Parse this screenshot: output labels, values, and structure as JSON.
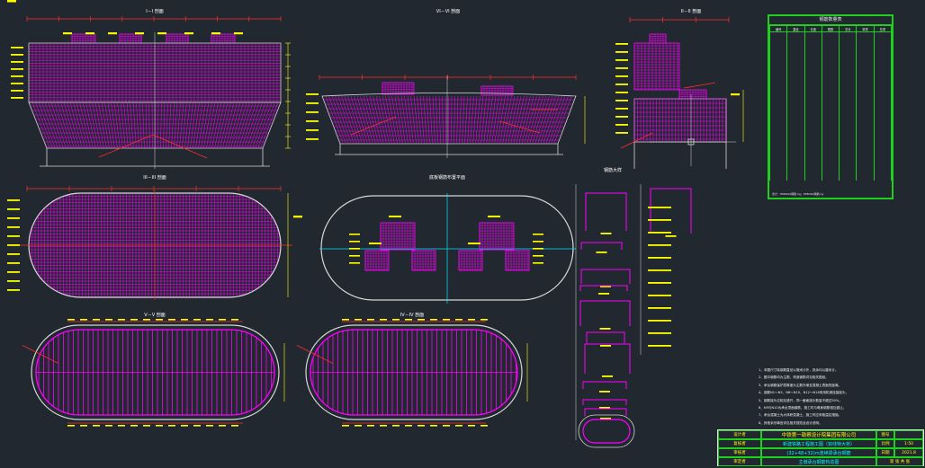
{
  "views": {
    "v1": "I－I 剖面",
    "v2": "VI－VI 剖面",
    "v3": "II－II 剖面",
    "v4": "III－III 剖面",
    "v5": "底板钢筋布置平面",
    "v6": "V－V 剖面",
    "v7": "IV－IV 剖面",
    "v8": "钢筋大样"
  },
  "table": {
    "title": "钢筋数量表",
    "headers": [
      "编号",
      "直径",
      "长度",
      "根数",
      "总长",
      "单重",
      "总重"
    ],
    "note": "合计：HRB400钢筋 kg；HPB300钢筋 kg"
  },
  "notes": [
    "1、本图尺寸除钢筋直径以毫米计外，其余均以厘米计。",
    "2、图中钢筋均为主筋，构造钢筋详见相关图纸。",
    "3、承台钢筋保护层厚度为主筋外缘至混凝土表面的距离。",
    "4、钢筋N1～N5、N8～N10、N12～N16采用机械连接接头。",
    "5、钢筋接头应相互错开，同一截面接头数量不超过50%。",
    "6、N9与N10为承台顶面钢筋，施工时与墩身钢筋相互避让。",
    "7、承台混凝土为大体积混凝土，施工时应采取温控措施。",
    "8、其他未尽事宜详见相关规范及设计说明。"
  ],
  "titleblock": {
    "designer": "设计者",
    "checker": "复核者",
    "reviewer": "审核者",
    "approver": "审定者",
    "company": "中铁第一勘察设计院集团有限公司",
    "project": "新建铁路工程施工图（双线特大桥）",
    "drawing1": "(32+48+32)m连续梁承台钢筋",
    "drawing2": "主墩承台钢筋构造图",
    "k1": "图号",
    "k2": "比例",
    "k3": "日期",
    "v1": "",
    "v2": "1:50",
    "v3": "2021.8",
    "sheet": "第 张 共 张"
  },
  "colors": {
    "rebar": "#ff00ff",
    "dimension": "#ffff00",
    "hatch": "#ff2d2d",
    "outline": "#d8d8d8",
    "cyan": "#00e5ff",
    "frame": "#1fd01f"
  }
}
